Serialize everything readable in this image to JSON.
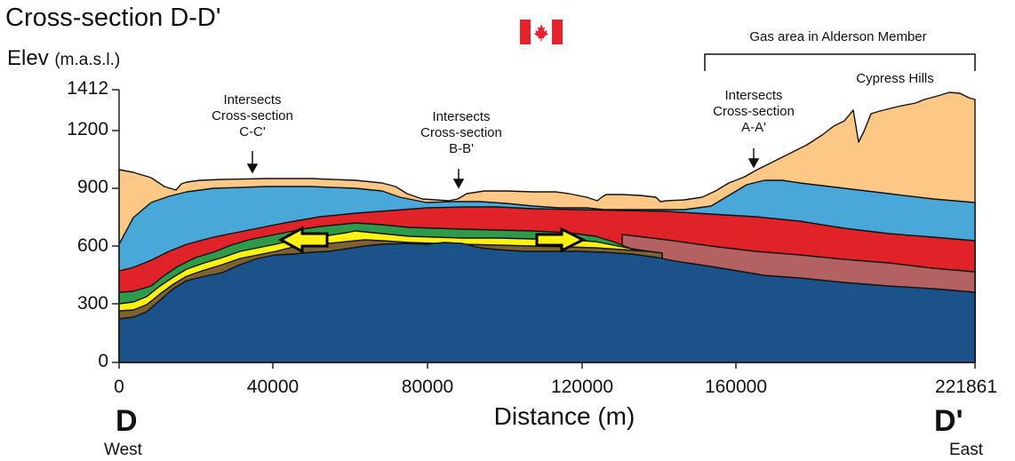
{
  "title": "Cross-section D-D'",
  "y_axis": {
    "label": "Elev",
    "unit": "(m.a.s.l.)",
    "ticks": [
      "1412",
      "1200",
      "900",
      "600",
      "300",
      "0"
    ]
  },
  "x_axis": {
    "label": "Distance (m)",
    "ticks": [
      "0",
      "40000",
      "80000",
      "120000",
      "160000",
      "221861"
    ]
  },
  "ends": {
    "left": {
      "letter": "D",
      "direction": "West"
    },
    "right": {
      "letter": "D'",
      "direction": "East"
    }
  },
  "annotations": {
    "cc": [
      "Intersects",
      "Cross-section",
      "C-C'"
    ],
    "bb": [
      "Intersects",
      "Cross-section",
      "B-B'"
    ],
    "aa": [
      "Intersects",
      "Cross-section",
      "A-A'"
    ],
    "gas": "Gas area in Alderson Member",
    "cypress": "Cypress Hills"
  },
  "layer_colors": {
    "surface": "#fdc785",
    "blue_light": "#4aa8d8",
    "red": "#e02229",
    "red_faded": "#b36161",
    "green": "#2f9a4a",
    "yellow": "#fff212",
    "brown": "#7e6232",
    "basement": "#1a5289"
  },
  "flag_colors": {
    "red": "#e8222c",
    "white": "#ffffff"
  }
}
